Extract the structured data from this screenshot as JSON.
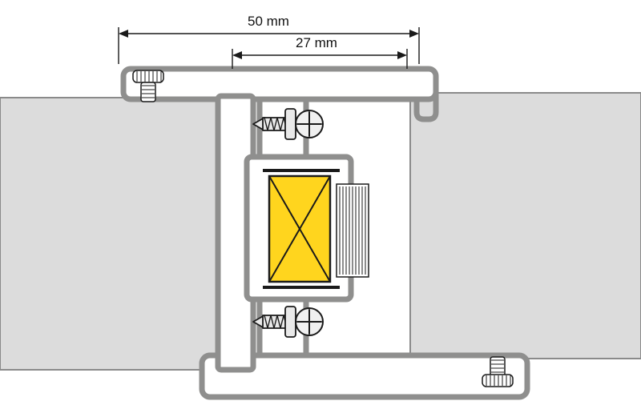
{
  "diagram": {
    "type": "technical-cross-section",
    "dimensions": {
      "outer": {
        "label": "50 mm",
        "value_mm": 50
      },
      "inner": {
        "label": "27 mm",
        "value_mm": 27
      }
    },
    "colors": {
      "background": "#ffffff",
      "panel_fill": "#dcdcdc",
      "panel_stroke": "#8a8a8a",
      "profile_stroke": "#8f8f8e",
      "line_black": "#1a1a1a",
      "seal_yellow": "#ffd51e",
      "screw_fill": "#e9e9e9"
    }
  }
}
